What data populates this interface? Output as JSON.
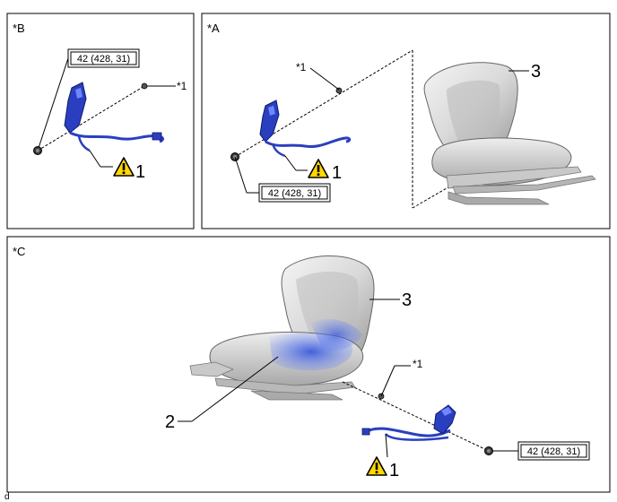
{
  "panels": {
    "b": {
      "label": "*B",
      "torque": "42 (428, 31)",
      "callout_1": "1",
      "note_1": "*1"
    },
    "a": {
      "label": "*A",
      "torque": "42 (428, 31)",
      "callout_1": "1",
      "note_1": "*1",
      "callout_3": "3"
    },
    "c": {
      "label": "*C",
      "torque": "42 (428, 31)",
      "callout_1": "1",
      "note_1": "*1",
      "callout_2": "2",
      "callout_3": "3"
    }
  },
  "footer_code": "d",
  "colors": {
    "belt_blue": "#2a3fbf",
    "warning_yellow": "#ffd800",
    "seat_gray": "#d8d8d8"
  },
  "icons": [
    "warning-triangle-icon",
    "bolt-icon"
  ]
}
